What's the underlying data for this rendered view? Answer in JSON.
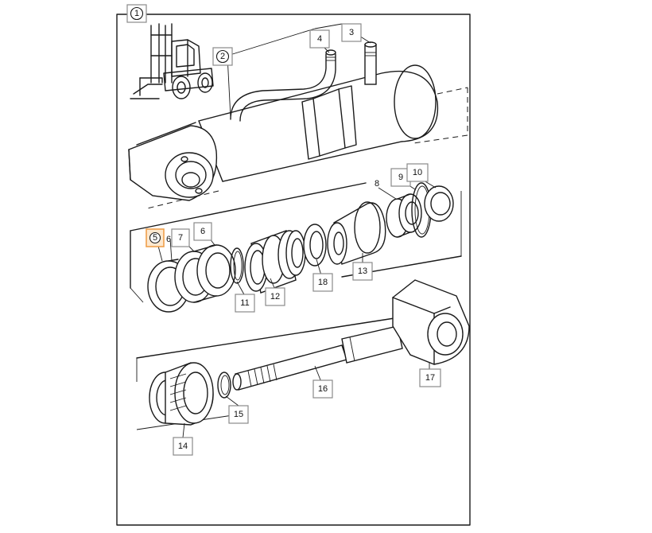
{
  "labels": {
    "c1": "1",
    "c2": "2",
    "c3": "3",
    "c4": "4",
    "c5": "5",
    "c6a": "6",
    "c6b": "6",
    "c7": "7",
    "c8": "8",
    "c9": "9",
    "c10": "10",
    "c11": "11",
    "c12": "12",
    "c13": "13",
    "c14": "14",
    "c15": "15",
    "c16": "16",
    "c17": "17",
    "c18": "18"
  },
  "colors": {
    "line": "#1a1a1a",
    "callout_border": "#8a8a8a",
    "highlight_fill": "#fde8cf",
    "highlight_border": "#f0a04b"
  },
  "icons": [
    "forklift-icon"
  ]
}
